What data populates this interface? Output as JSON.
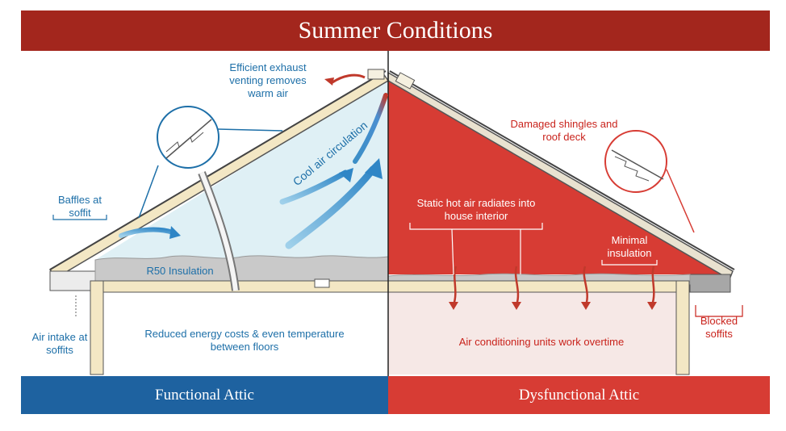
{
  "title": "Summer Conditions",
  "functional": {
    "footer": "Functional Attic",
    "labels": {
      "exhaust": "Efficient exhaust venting removes warm air",
      "cool_air": "Cool air circulation",
      "baffles": "Baffles at soffit",
      "insulation": "R50 Insulation",
      "intake": "Air intake at soffits",
      "energy": "Reduced energy costs & even temperature between floors"
    }
  },
  "dysfunctional": {
    "footer": "Dysfunctional Attic",
    "labels": {
      "shingles": "Damaged shingles and roof deck",
      "hot_air": "Static hot air radiates into house interior",
      "minimal": "Minimal insulation",
      "blocked": "Blocked soffits",
      "ac": "Air conditioning units work overtime"
    }
  },
  "colors": {
    "banner": "#a3261d",
    "functional": "#1e62a0",
    "dysfunctional": "#d73c34",
    "attic_cool": "#dff0f5",
    "attic_hot": "#d73c34",
    "interior_hot": "#f6e8e6"
  }
}
